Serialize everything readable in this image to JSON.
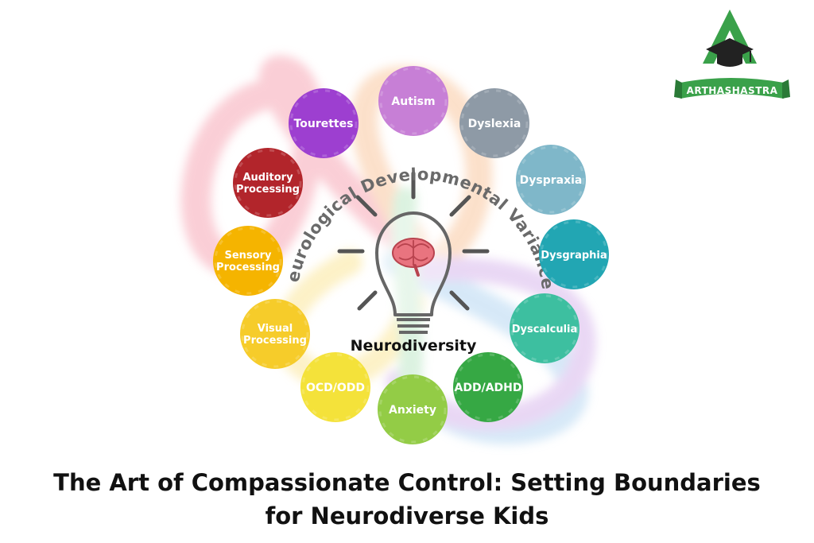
{
  "diagram": {
    "center_label": "Neurodiversity",
    "arc_label": "Neurological Developmental Variances",
    "nodes": [
      {
        "label": "Autism",
        "color": "#c77fd6"
      },
      {
        "label": "Dyslexia",
        "color": "#8e9aa6"
      },
      {
        "label": "Dyspraxia",
        "color": "#7fb7c9"
      },
      {
        "label": "Dysgraphia",
        "color": "#22a6b3"
      },
      {
        "label": "Dyscalculia",
        "color": "#3dbfa0"
      },
      {
        "label": "ADD/ADHD",
        "color": "#36a844"
      },
      {
        "label": "Anxiety",
        "color": "#93cc46"
      },
      {
        "label": "OCD/ODD",
        "color": "#f4e23a"
      },
      {
        "label": "Visual Processing",
        "color": "#f6cc2a"
      },
      {
        "label": "Sensory Processing",
        "color": "#f5b400"
      },
      {
        "label": "Auditory Processing",
        "color": "#b2252b"
      },
      {
        "label": "Tourettes",
        "color": "#9d3fd0"
      }
    ]
  },
  "logo": {
    "text": "ARTHASHASTRA",
    "color": "#3aa14a"
  },
  "title": {
    "line1": "The Art of Compassionate Control: Setting Boundaries",
    "line2": "for Neurodiverse Kids"
  }
}
